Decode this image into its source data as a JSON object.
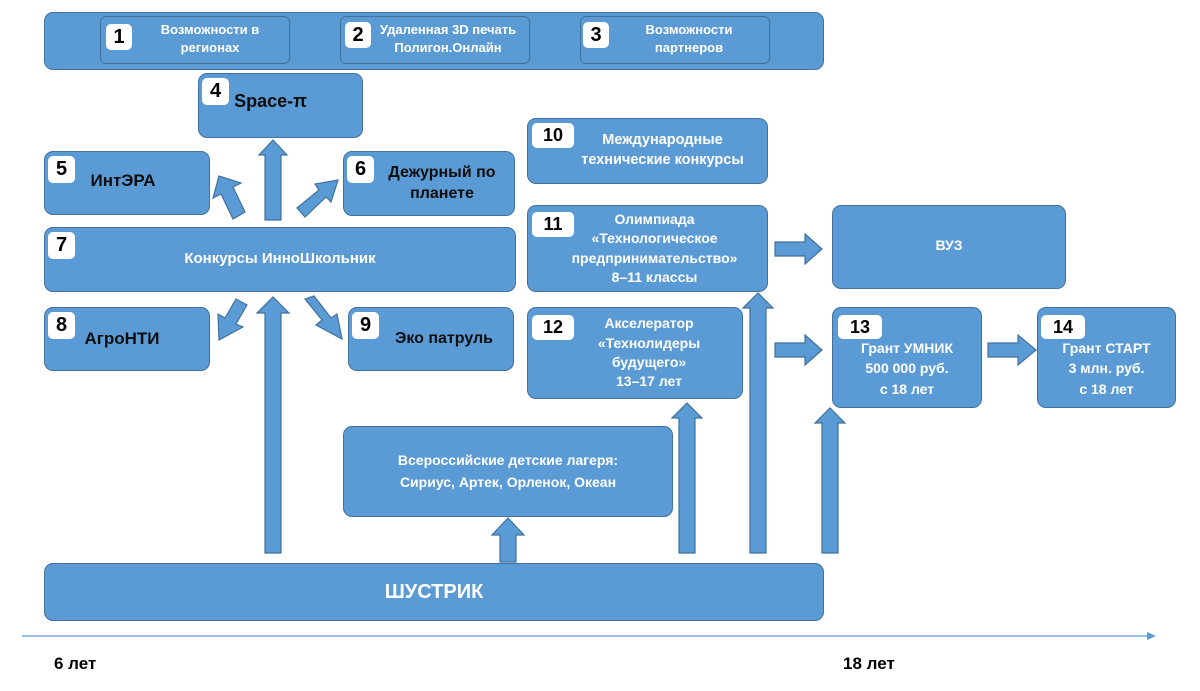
{
  "colors": {
    "box_fill": "#5b9bd5",
    "box_border": "#41719c",
    "timeline": "#5b9bd5"
  },
  "top_strip": {
    "items": [
      {
        "num": "1",
        "label": "Возможности в\nрегионах"
      },
      {
        "num": "2",
        "label": "Удаленная 3D печать\nПолигон.Онлайн"
      },
      {
        "num": "3",
        "label": "Возможности\nпартнеров"
      }
    ]
  },
  "boxes": {
    "space_pi": {
      "num": "4",
      "label": "Space-π"
    },
    "interra": {
      "num": "5",
      "label": "ИнтЭРА"
    },
    "duty_planet": {
      "num": "6",
      "label": "Дежурный по\nпланете"
    },
    "innoschool": {
      "num": "7",
      "label": "Конкурсы ИнноШкольник"
    },
    "agronti": {
      "num": "8",
      "label": "АгроНТИ"
    },
    "eco_patrol": {
      "num": "9",
      "label": "Эко патруль"
    },
    "intl_contests": {
      "num": "10",
      "label": "Международные\nтехнические конкурсы"
    },
    "olympiad": {
      "num": "11",
      "label": "Олимпиада\n«Технологическое\nпредпринимательство»\n8–11 классы"
    },
    "accelerator": {
      "num": "12",
      "label": "Акселератор\n«Технолидеры\nбудущего»\n13–17 лет"
    },
    "umnik": {
      "num": "13",
      "label": "Грант УМНИК\n500 000 руб.\nс 18 лет"
    },
    "start": {
      "num": "14",
      "label": "Грант СТАРТ\n3 млн. руб.\nс 18 лет"
    },
    "vuz": {
      "label": "ВУЗ"
    },
    "camps": {
      "label": "Всероссийские детские лагеря:\nСириус, Артек, Орленок, Океан"
    },
    "shustrik": {
      "label": "ШУСТРИК"
    }
  },
  "timeline": {
    "start_label": "6 лет",
    "end_label": "18 лет"
  }
}
